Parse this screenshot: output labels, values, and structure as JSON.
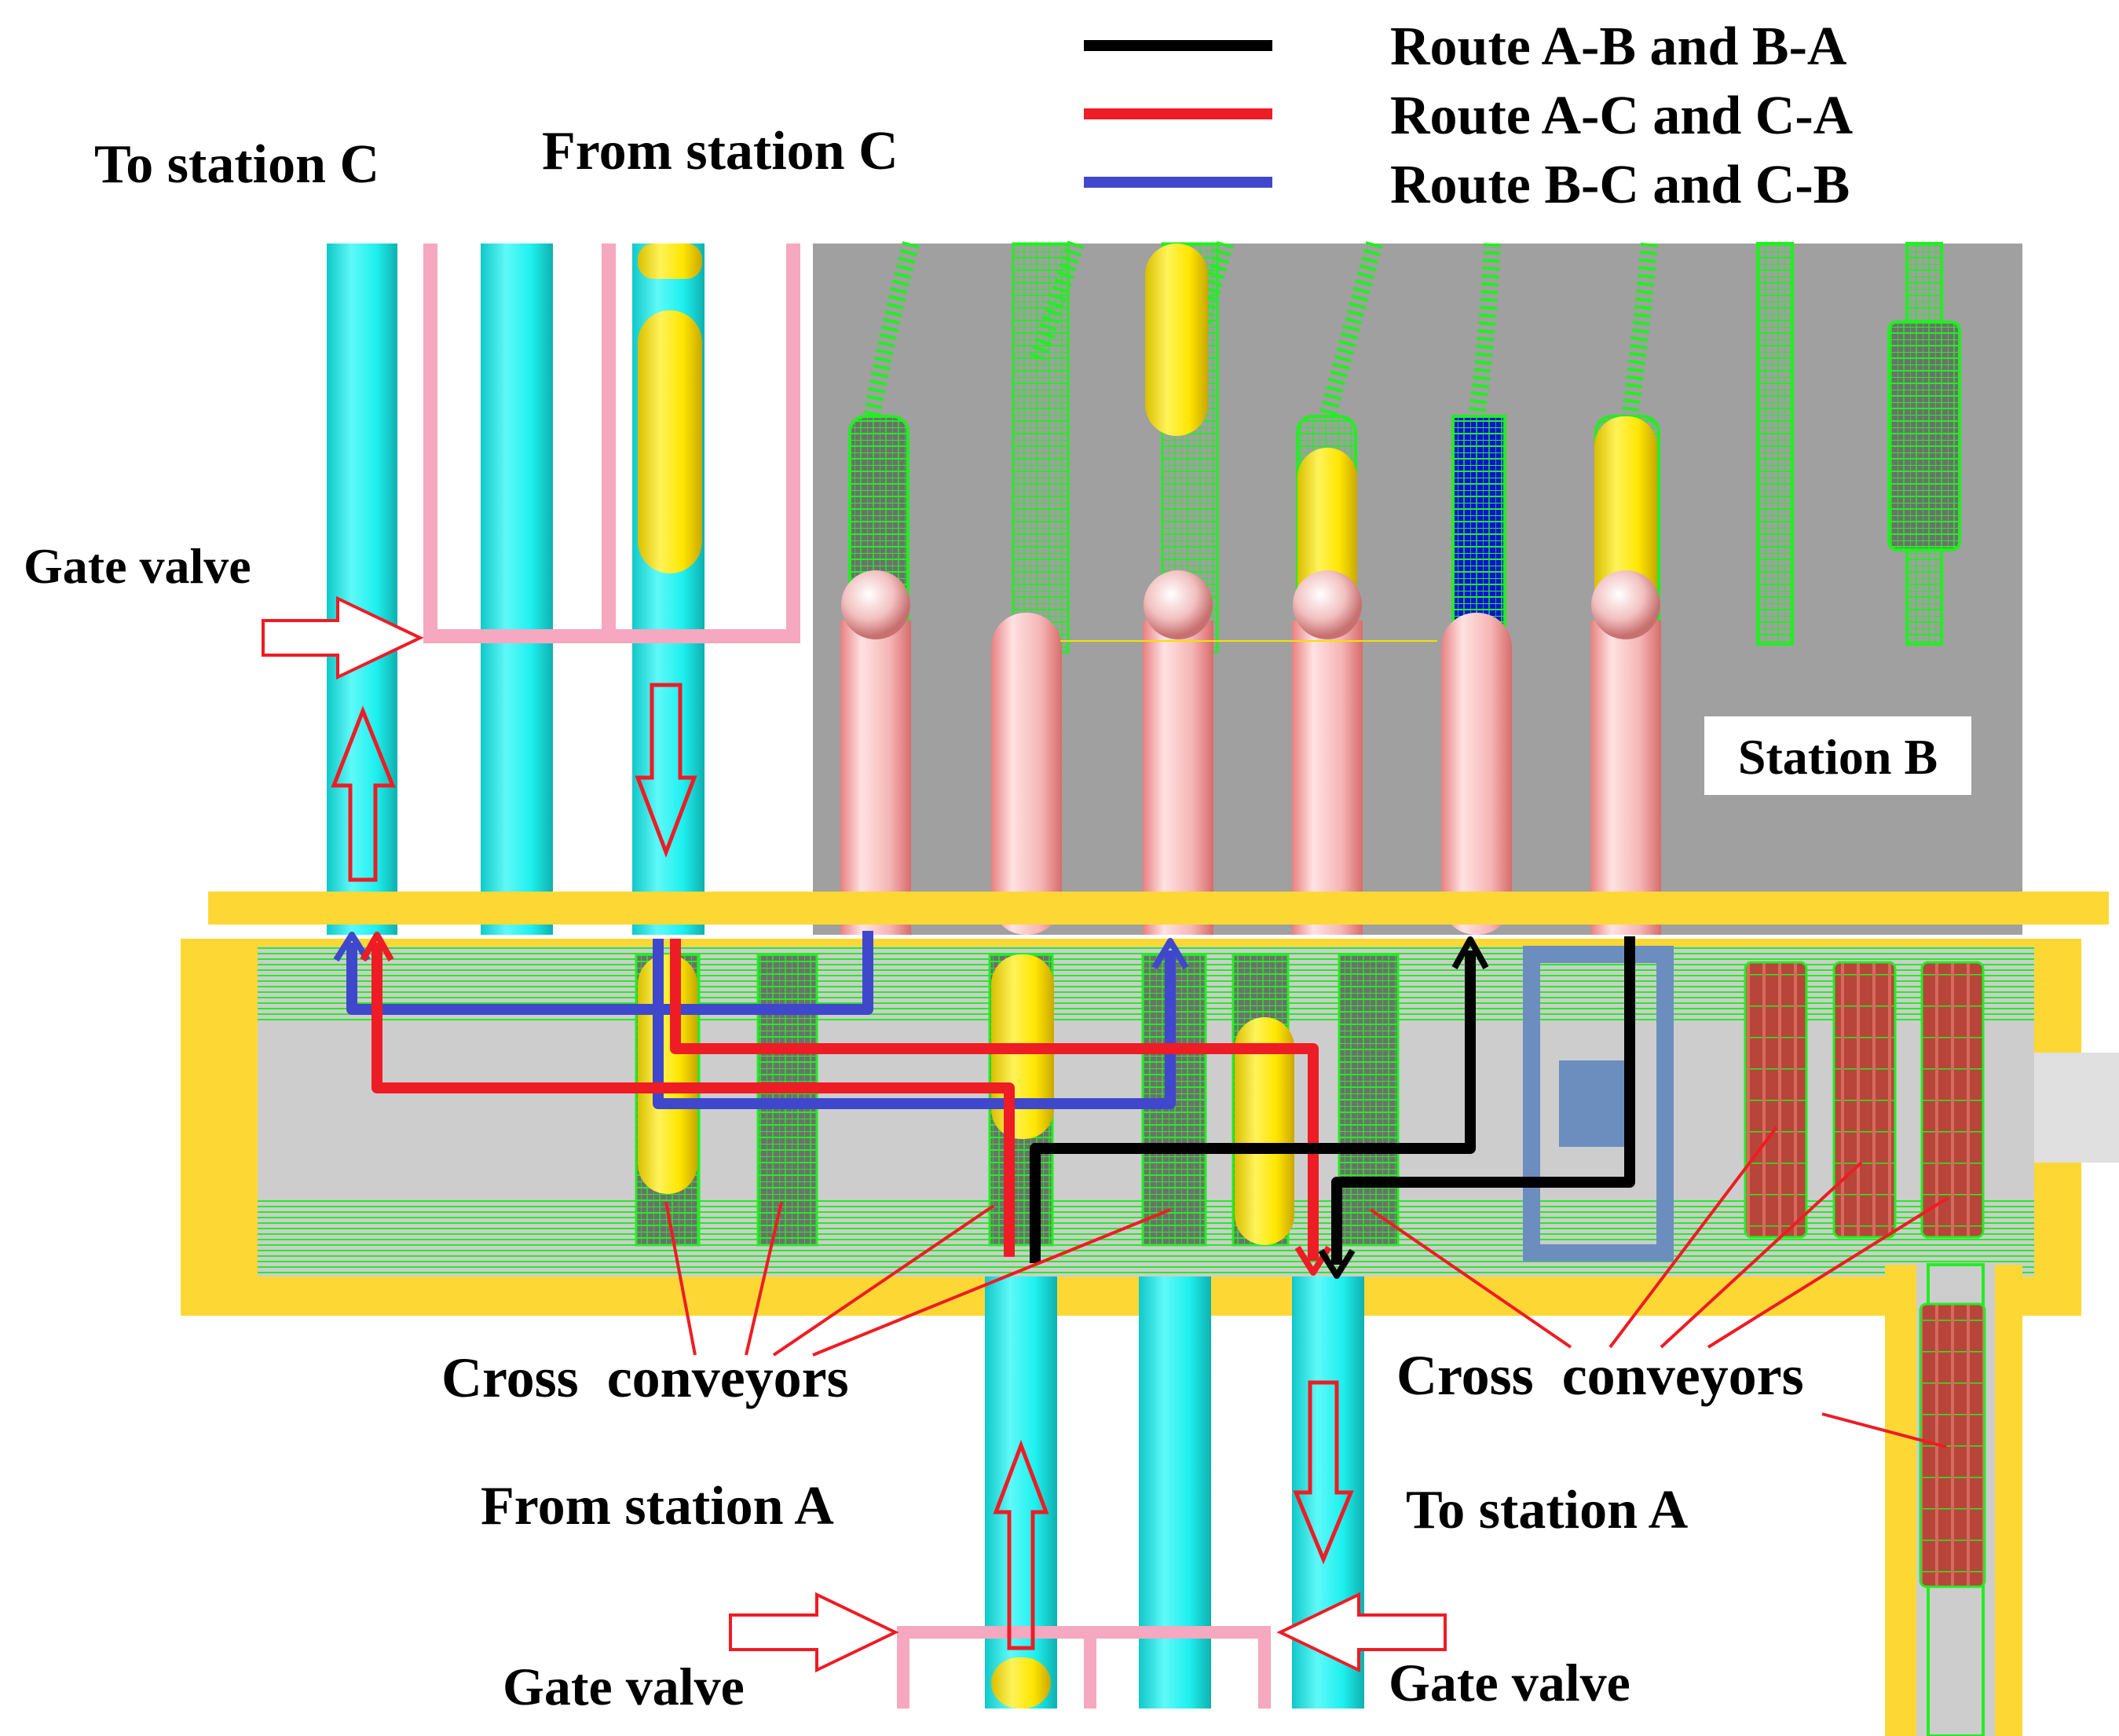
{
  "legend": {
    "items": [
      {
        "label": "Route A-B and B-A",
        "color": "#000000"
      },
      {
        "label": "Route A-C and C-A",
        "color": "#ee1c24"
      },
      {
        "label": "Route B-C and C-B",
        "color": "#3f48cc"
      }
    ]
  },
  "labels": {
    "to_station_c": "To station C",
    "from_station_c": "From station C",
    "gate_valve_left": "Gate valve",
    "station_b": "Station B",
    "cross_conveyors_left": "Cross  conveyors",
    "cross_conveyors_right": "Cross  conveyors",
    "from_station_a": "From station A",
    "to_station_a": "To station A",
    "gate_valve_bottom_left": "Gate valve",
    "gate_valve_bottom_right": "Gate valve"
  },
  "colors": {
    "pipe": "#1ef0ef",
    "pipe_shade": "#0fbdbd",
    "capsule": "#ffe600",
    "pink_tube": "#f5b5b5",
    "gate_frame": "#f5a8c0",
    "station_floor": "#a0a0a0",
    "cross_area": "#cdcdcd",
    "frame_yellow": "#fdd835",
    "track_green": "#22ee22",
    "route_ab": "#000000",
    "route_ac": "#ee1c24",
    "route_bc": "#3f48cc",
    "arrow_outline": "#ee1c24",
    "roller_red": "#b8453a",
    "blue_box": "#6c8ebf"
  }
}
